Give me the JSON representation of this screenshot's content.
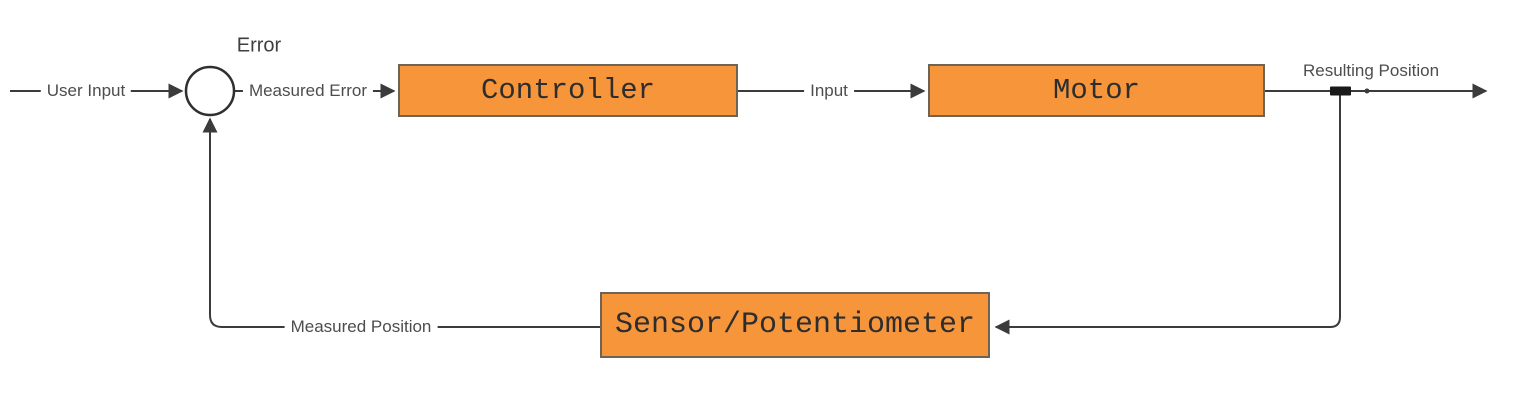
{
  "diagram": {
    "type": "control-system-block-diagram",
    "blocks": {
      "controller": {
        "label": "Controller"
      },
      "motor": {
        "label": "Motor"
      },
      "sensor": {
        "label": "Sensor/Potentiometer"
      }
    },
    "nodes": {
      "summing_junction": {
        "shape": "circle",
        "label": ""
      }
    },
    "edge_labels": {
      "user_input": "User Input",
      "error": "Error",
      "measured_error": "Measured Error",
      "input": "Input",
      "resulting_position": "Resulting Position",
      "measured_position": "Measured Position"
    },
    "colors": {
      "block_fill": "#f7953b",
      "block_border": "#6f6355",
      "block_text": "#2d2d2d",
      "connector_line": "#3b3b3b",
      "label_text": "#4d4d4d",
      "junction_marker": "#1a1a1a",
      "background": "#ffffff"
    }
  }
}
